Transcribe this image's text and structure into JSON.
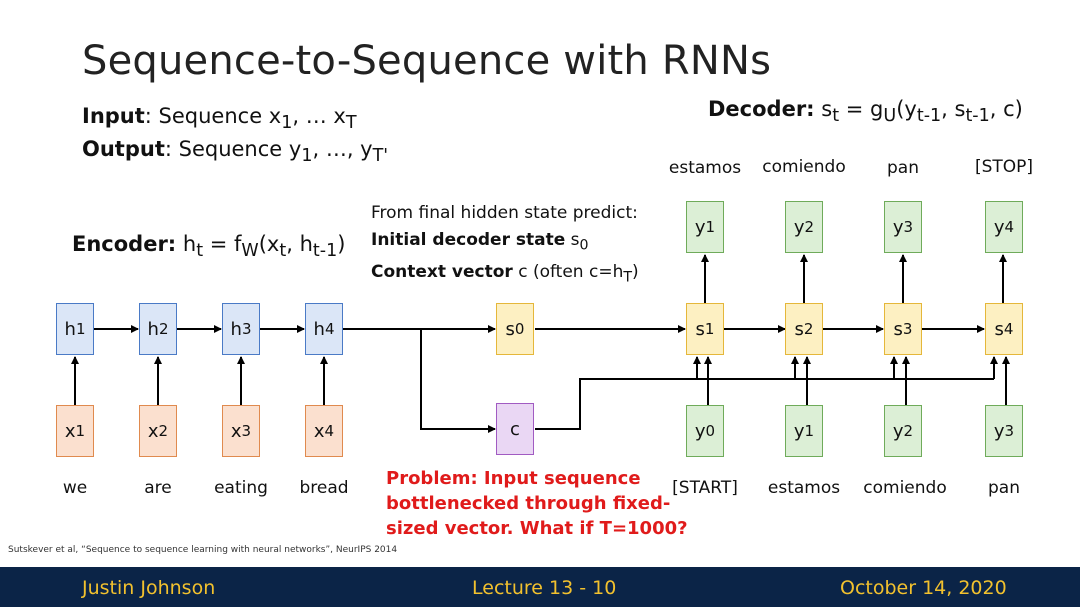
{
  "title": "Sequence-to-Sequence with RNNs",
  "io": {
    "input_label": "Input",
    "input_text": ": Sequence x",
    "input_sub1": "1",
    "input_dots": ", … x",
    "input_subT": "T",
    "output_label": "Output",
    "output_text": ": Sequence y",
    "output_sub1": "1",
    "output_dots": ", …, y",
    "output_subT": "T'"
  },
  "encoder_eq": {
    "label": "Encoder:",
    "h": "h",
    "t": "t",
    "eq": " = f",
    "W": "W",
    "args_open": "(x",
    "t2": "t",
    "comma": ", h",
    "tm1": "t-1",
    "close": ")"
  },
  "decoder_eq": {
    "label": "Decoder:",
    "s": "s",
    "t": "t",
    "eq": " = g",
    "U": "U",
    "args_open": "(y",
    "tm1a": "t-1",
    "comma": ", s",
    "tm1b": "t-1",
    "close": ", c)"
  },
  "note": {
    "line1": "From final hidden state predict:",
    "line2_bold": "Initial decoder state",
    "line2_s": " s",
    "line2_sub": "0",
    "line3_bold": "Context vector",
    "line3_rest": " c (often c=h",
    "line3_sub": "T",
    "line3_close": ")"
  },
  "encoder": {
    "hidden": [
      {
        "sym": "h",
        "sub": "1"
      },
      {
        "sym": "h",
        "sub": "2"
      },
      {
        "sym": "h",
        "sub": "3"
      },
      {
        "sym": "h",
        "sub": "4"
      }
    ],
    "inputs": [
      {
        "sym": "x",
        "sub": "1"
      },
      {
        "sym": "x",
        "sub": "2"
      },
      {
        "sym": "x",
        "sub": "3"
      },
      {
        "sym": "x",
        "sub": "4"
      }
    ],
    "words": [
      "we",
      "are",
      "eating",
      "bread"
    ]
  },
  "s0": {
    "sym": "s",
    "sub": "0"
  },
  "context": {
    "sym": "c"
  },
  "decoder": {
    "states": [
      {
        "sym": "s",
        "sub": "1"
      },
      {
        "sym": "s",
        "sub": "2"
      },
      {
        "sym": "s",
        "sub": "3"
      },
      {
        "sym": "s",
        "sub": "4"
      }
    ],
    "outputs": [
      {
        "sym": "y",
        "sub": "1"
      },
      {
        "sym": "y",
        "sub": "2"
      },
      {
        "sym": "y",
        "sub": "3"
      },
      {
        "sym": "y",
        "sub": "4"
      }
    ],
    "inputs": [
      {
        "sym": "y",
        "sub": "0"
      },
      {
        "sym": "y",
        "sub": "1"
      },
      {
        "sym": "y",
        "sub": "2"
      },
      {
        "sym": "y",
        "sub": "3"
      }
    ],
    "output_words": [
      "estamos",
      "comiendo",
      "pan",
      "[STOP]"
    ],
    "input_words": [
      "[START]",
      "estamos",
      "comiendo",
      "pan"
    ]
  },
  "problem": {
    "line1": "Problem: Input sequence",
    "line2": "bottlenecked through fixed-",
    "line3": "sized vector. What if T=1000?"
  },
  "citation": "Sutskever et al, “Sequence to sequence learning with neural networks”, NeurIPS 2014",
  "footer": {
    "author": "Justin Johnson",
    "lecture": "Lecture 13 - 10",
    "date": "October 14, 2020"
  },
  "colors": {
    "encoder_hidden": "#dbe6f7",
    "encoder_input": "#fbe0cf",
    "decoder_state": "#fdf0c2",
    "decoder_io": "#dcefd6",
    "context": "#ead7f4",
    "problem_text": "#e01b1b",
    "footer_bg": "#0b2447",
    "footer_text": "#f2c12e"
  }
}
